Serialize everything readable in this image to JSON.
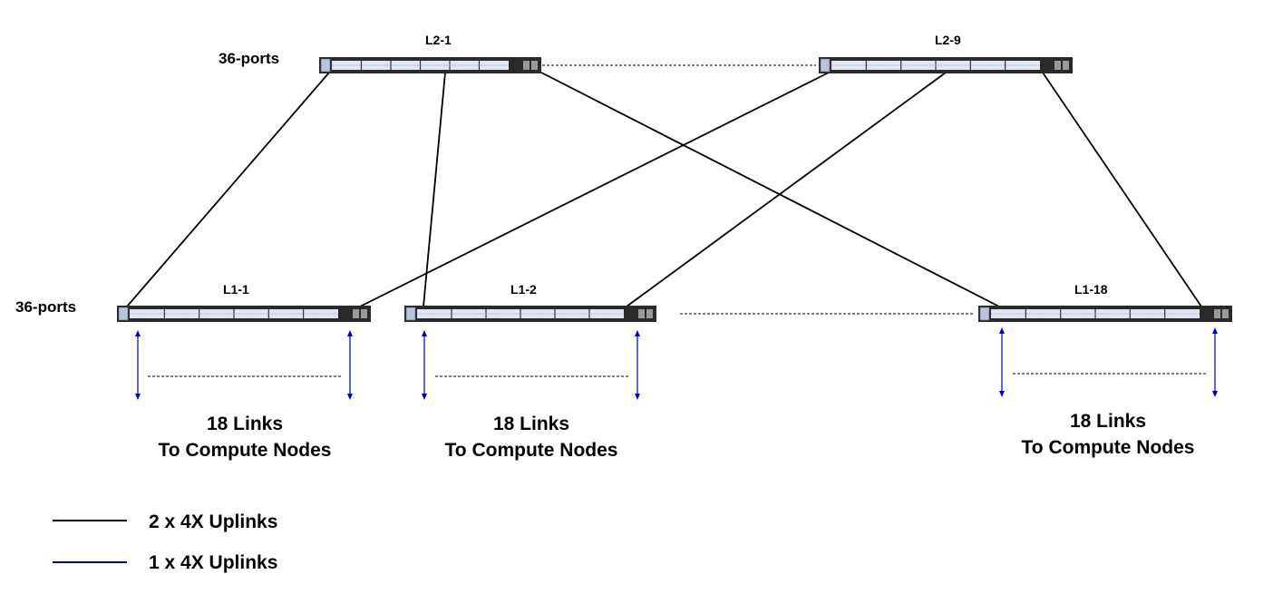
{
  "ports_label_top": "36-ports",
  "ports_label_bottom": "36-ports",
  "switches": [
    {
      "id": "l2-1",
      "label": "L2-1"
    },
    {
      "id": "l2-9",
      "label": "L2-9"
    },
    {
      "id": "l1-1",
      "label": "L1-1"
    },
    {
      "id": "l1-2",
      "label": "L1-2"
    },
    {
      "id": "l1-18",
      "label": "L1-18"
    }
  ],
  "compute_links": [
    {
      "line1": "18 Links",
      "line2": "To Compute Nodes"
    },
    {
      "line1": "18 Links",
      "line2": "To Compute Nodes"
    },
    {
      "line1": "18 Links",
      "line2": "To Compute Nodes"
    }
  ],
  "legend": [
    {
      "label": "2 x 4X Uplinks",
      "color": "#000000"
    },
    {
      "label": "1 x 4X Uplinks",
      "color": "#0000c0"
    }
  ],
  "colors": {
    "uplink": "#000000",
    "compute_link": "#0000c0",
    "switch_body": "#2a2a2a",
    "switch_panel": "#dfe6f2"
  }
}
